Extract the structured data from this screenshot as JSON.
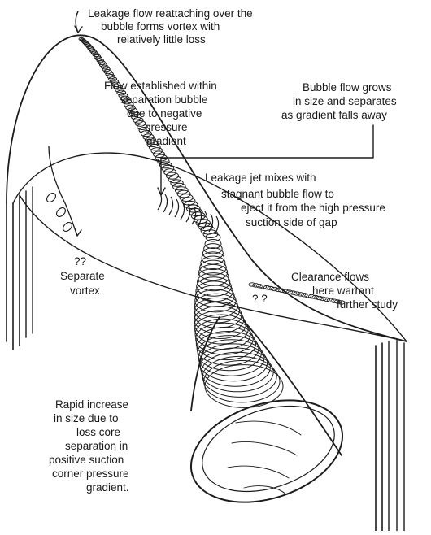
{
  "annotations": {
    "leakage_reattach": [
      "Leakage flow reattaching over the",
      "bubble forms vortex with",
      "relatively little loss"
    ],
    "flow_established": [
      "Flow established within",
      "separation bubble",
      "due to negative",
      "pressure",
      "gradient"
    ],
    "bubble_grows": [
      "Bubble flow grows",
      "in size and separates",
      "as gradient falls away"
    ],
    "leakage_jet": [
      "Leakage jet mixes with",
      "stagnant bubble flow to",
      "eject it from the high pressure",
      "suction side of gap"
    ],
    "separate_vortex": [
      "??",
      "Separate",
      "vortex"
    ],
    "clearance_flows": [
      "Clearance flows",
      "here warrant",
      "further study"
    ],
    "clearance_marks": "? ?",
    "rapid_increase": [
      "Rapid increase",
      "in size due to",
      "loss core",
      "separation in",
      "positive suction",
      "corner pressure",
      "gradient."
    ]
  },
  "colors": {
    "ink": "#1c1c1c",
    "background": "#ffffff"
  }
}
